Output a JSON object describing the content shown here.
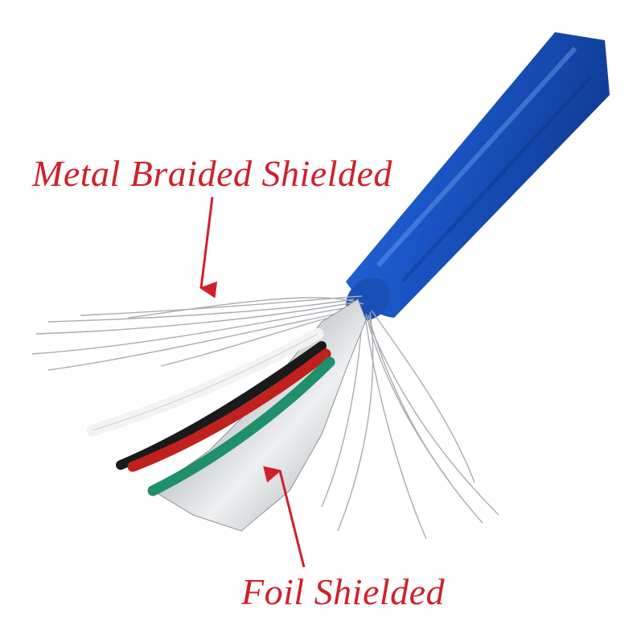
{
  "labels": {
    "braid": "Metal Braided Shielded",
    "foil": "Foil Shielded"
  },
  "colors": {
    "label_red": "#d0202a",
    "jacket_blue": "#1f5fd0",
    "braid_silver": "#a8adb2",
    "foil_silver": "#d9dcdf",
    "wire_white": "#f3f3f3",
    "wire_black": "#1a1a1a",
    "wire_red": "#c0201e",
    "wire_green": "#1f8f6c"
  },
  "components": [
    "blue-jacket",
    "metal-braid",
    "aluminum-foil",
    "white-wire",
    "black-wire",
    "red-wire",
    "green-wire"
  ]
}
